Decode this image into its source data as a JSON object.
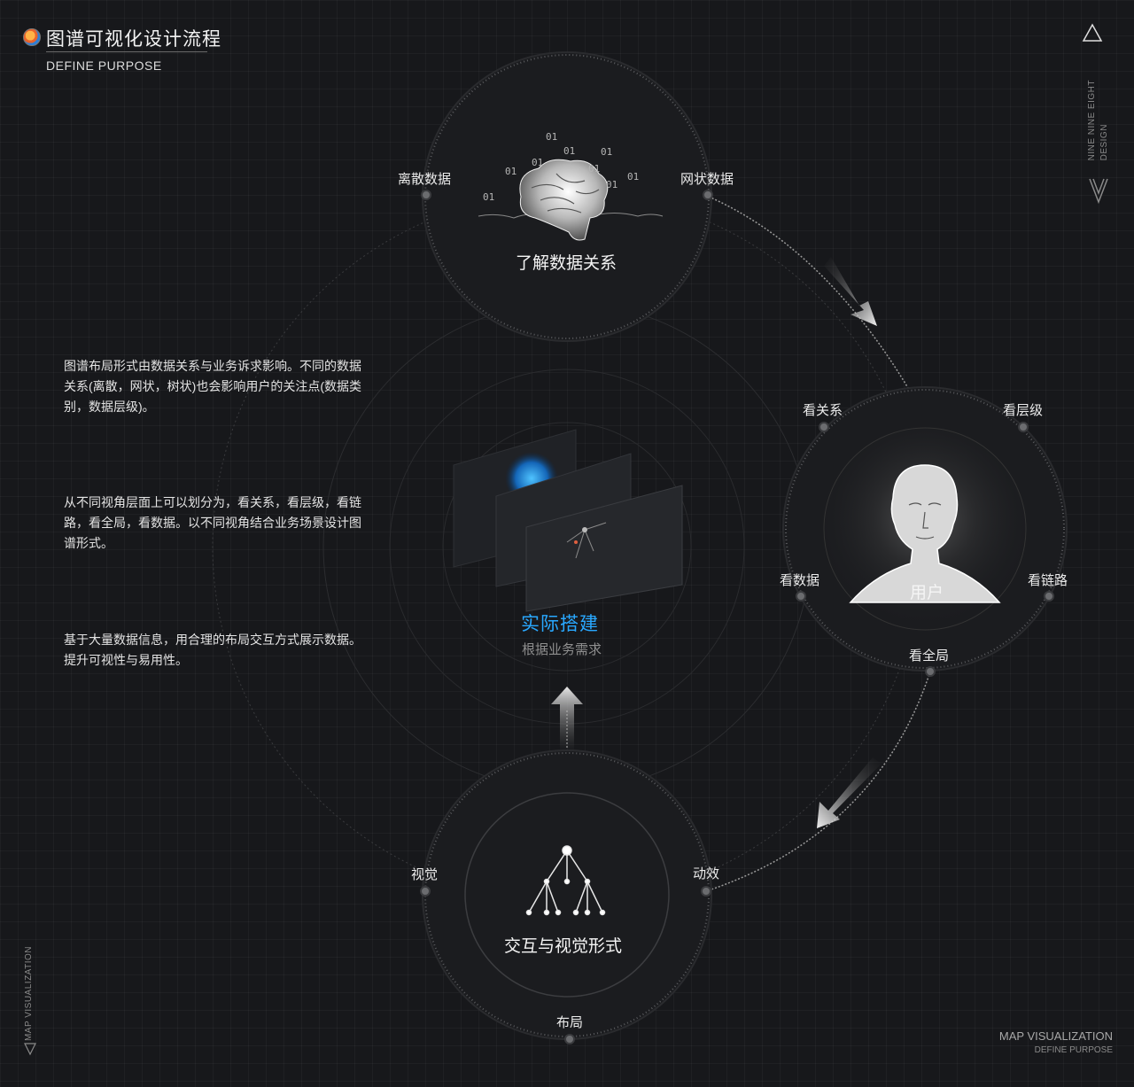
{
  "header": {
    "title": "图谱可视化设计流程",
    "subtitle": "DEFINE PURPOSE",
    "brand_vertical_line1": "NINE NINE EIGHT",
    "brand_vertical_line2": "DESIGN"
  },
  "paragraphs": [
    "图谱布局形式由数据关系与业务诉求影响。不同的数据关系(离散，网状，树状)也会影响用户的关注点(数据类别，数据层级)。",
    "从不同视角层面上可以划分为，看关系，看层级，看链路，看全局，看数据。以不同视角结合业务场景设计图谱形式。",
    "基于大量数据信息，用合理的布局交互方式展示数据。提升可视性与易用性。"
  ],
  "nodes": {
    "data": {
      "title": "了解数据关系",
      "labels": [
        "离散数据",
        "网状数据"
      ],
      "binary": [
        "01",
        "01",
        "01",
        "01",
        "01",
        "01",
        "01",
        "01",
        "01"
      ]
    },
    "user": {
      "title": "用户",
      "labels": [
        "看关系",
        "看层级",
        "看数据",
        "看链路",
        "看全局"
      ]
    },
    "interaction": {
      "title": "交互与视觉形式",
      "labels": [
        "视觉",
        "动效",
        "布局"
      ]
    },
    "center": {
      "title": "实际搭建",
      "subtitle": "根据业务需求"
    }
  },
  "footer": {
    "side_vertical": "MAP VISUALIZATION",
    "line1": "MAP VISUALIZATION",
    "line2": "DEFINE PURPOSE"
  },
  "colors": {
    "background": "#17181b",
    "accent": "#29a8ff",
    "circle_fill": "#1b1c1f",
    "label": "#ececec"
  },
  "icons": [
    "triangle-icon",
    "brand-logo-icon",
    "brain-icon",
    "head-icon",
    "tree-icon",
    "arrow-icon"
  ]
}
